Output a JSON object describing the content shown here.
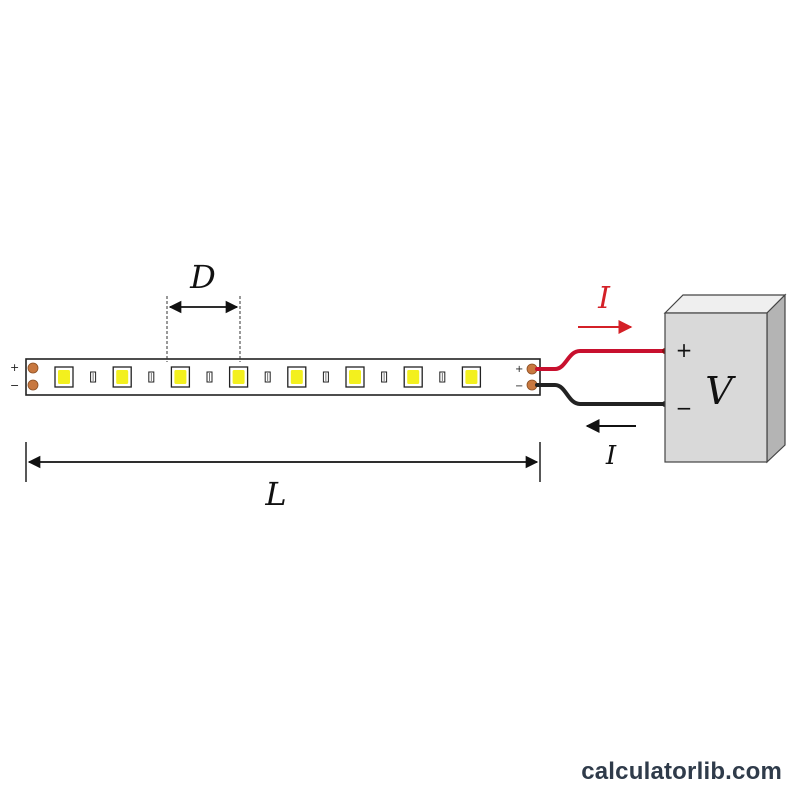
{
  "labels": {
    "spacing": "D",
    "length": "L",
    "current_top": "I",
    "current_bottom": "I",
    "voltage": "V",
    "supply_plus": "+",
    "supply_minus": "−",
    "strip_left_plus": "+",
    "strip_left_minus": "−",
    "strip_right_plus": "+",
    "strip_right_minus": "−"
  },
  "watermark": "calculatorlib.com",
  "colors": {
    "current_arrow": "#d42027",
    "positive_wire": "#c8102e",
    "negative_wire": "#222222",
    "led": "#f3f01e",
    "contact_pad": "#c87840",
    "power_supply": "#d9d9d9"
  },
  "icons": {
    "led": "led-chip-icon",
    "resistor": "resistor-chip-icon",
    "power_supply": "power-supply-box-icon"
  }
}
